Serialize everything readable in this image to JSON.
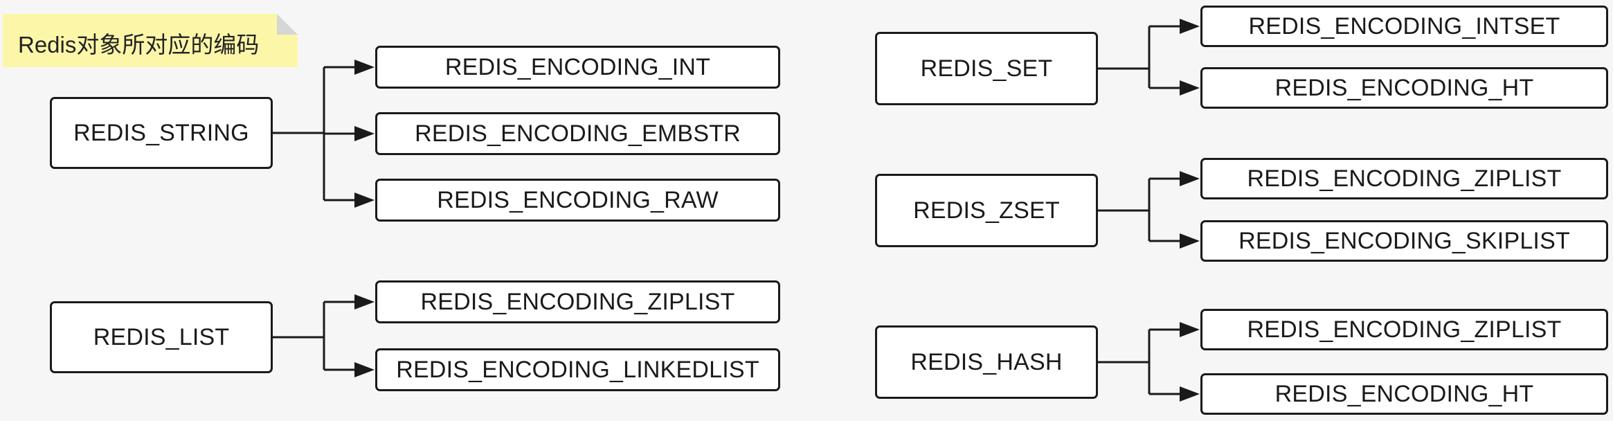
{
  "note": "Redis对象所对应的编码",
  "types": [
    {
      "label": "REDIS_STRING",
      "encodings": [
        "REDIS_ENCODING_INT",
        "REDIS_ENCODING_EMBSTR",
        "REDIS_ENCODING_RAW"
      ]
    },
    {
      "label": "REDIS_LIST",
      "encodings": [
        "REDIS_ENCODING_ZIPLIST",
        "REDIS_ENCODING_LINKEDLIST"
      ]
    },
    {
      "label": "REDIS_SET",
      "encodings": [
        "REDIS_ENCODING_INTSET",
        "REDIS_ENCODING_HT"
      ]
    },
    {
      "label": "REDIS_ZSET",
      "encodings": [
        "REDIS_ENCODING_ZIPLIST",
        "REDIS_ENCODING_SKIPLIST"
      ]
    },
    {
      "label": "REDIS_HASH",
      "encodings": [
        "REDIS_ENCODING_ZIPLIST",
        "REDIS_ENCODING_HT"
      ]
    }
  ],
  "colors": {
    "background": "#f6f6f6",
    "node_border": "#1a1a1a",
    "node_fill": "#ffffff",
    "note_fill": "#fcf7a8",
    "connector": "#1a1a1a"
  }
}
